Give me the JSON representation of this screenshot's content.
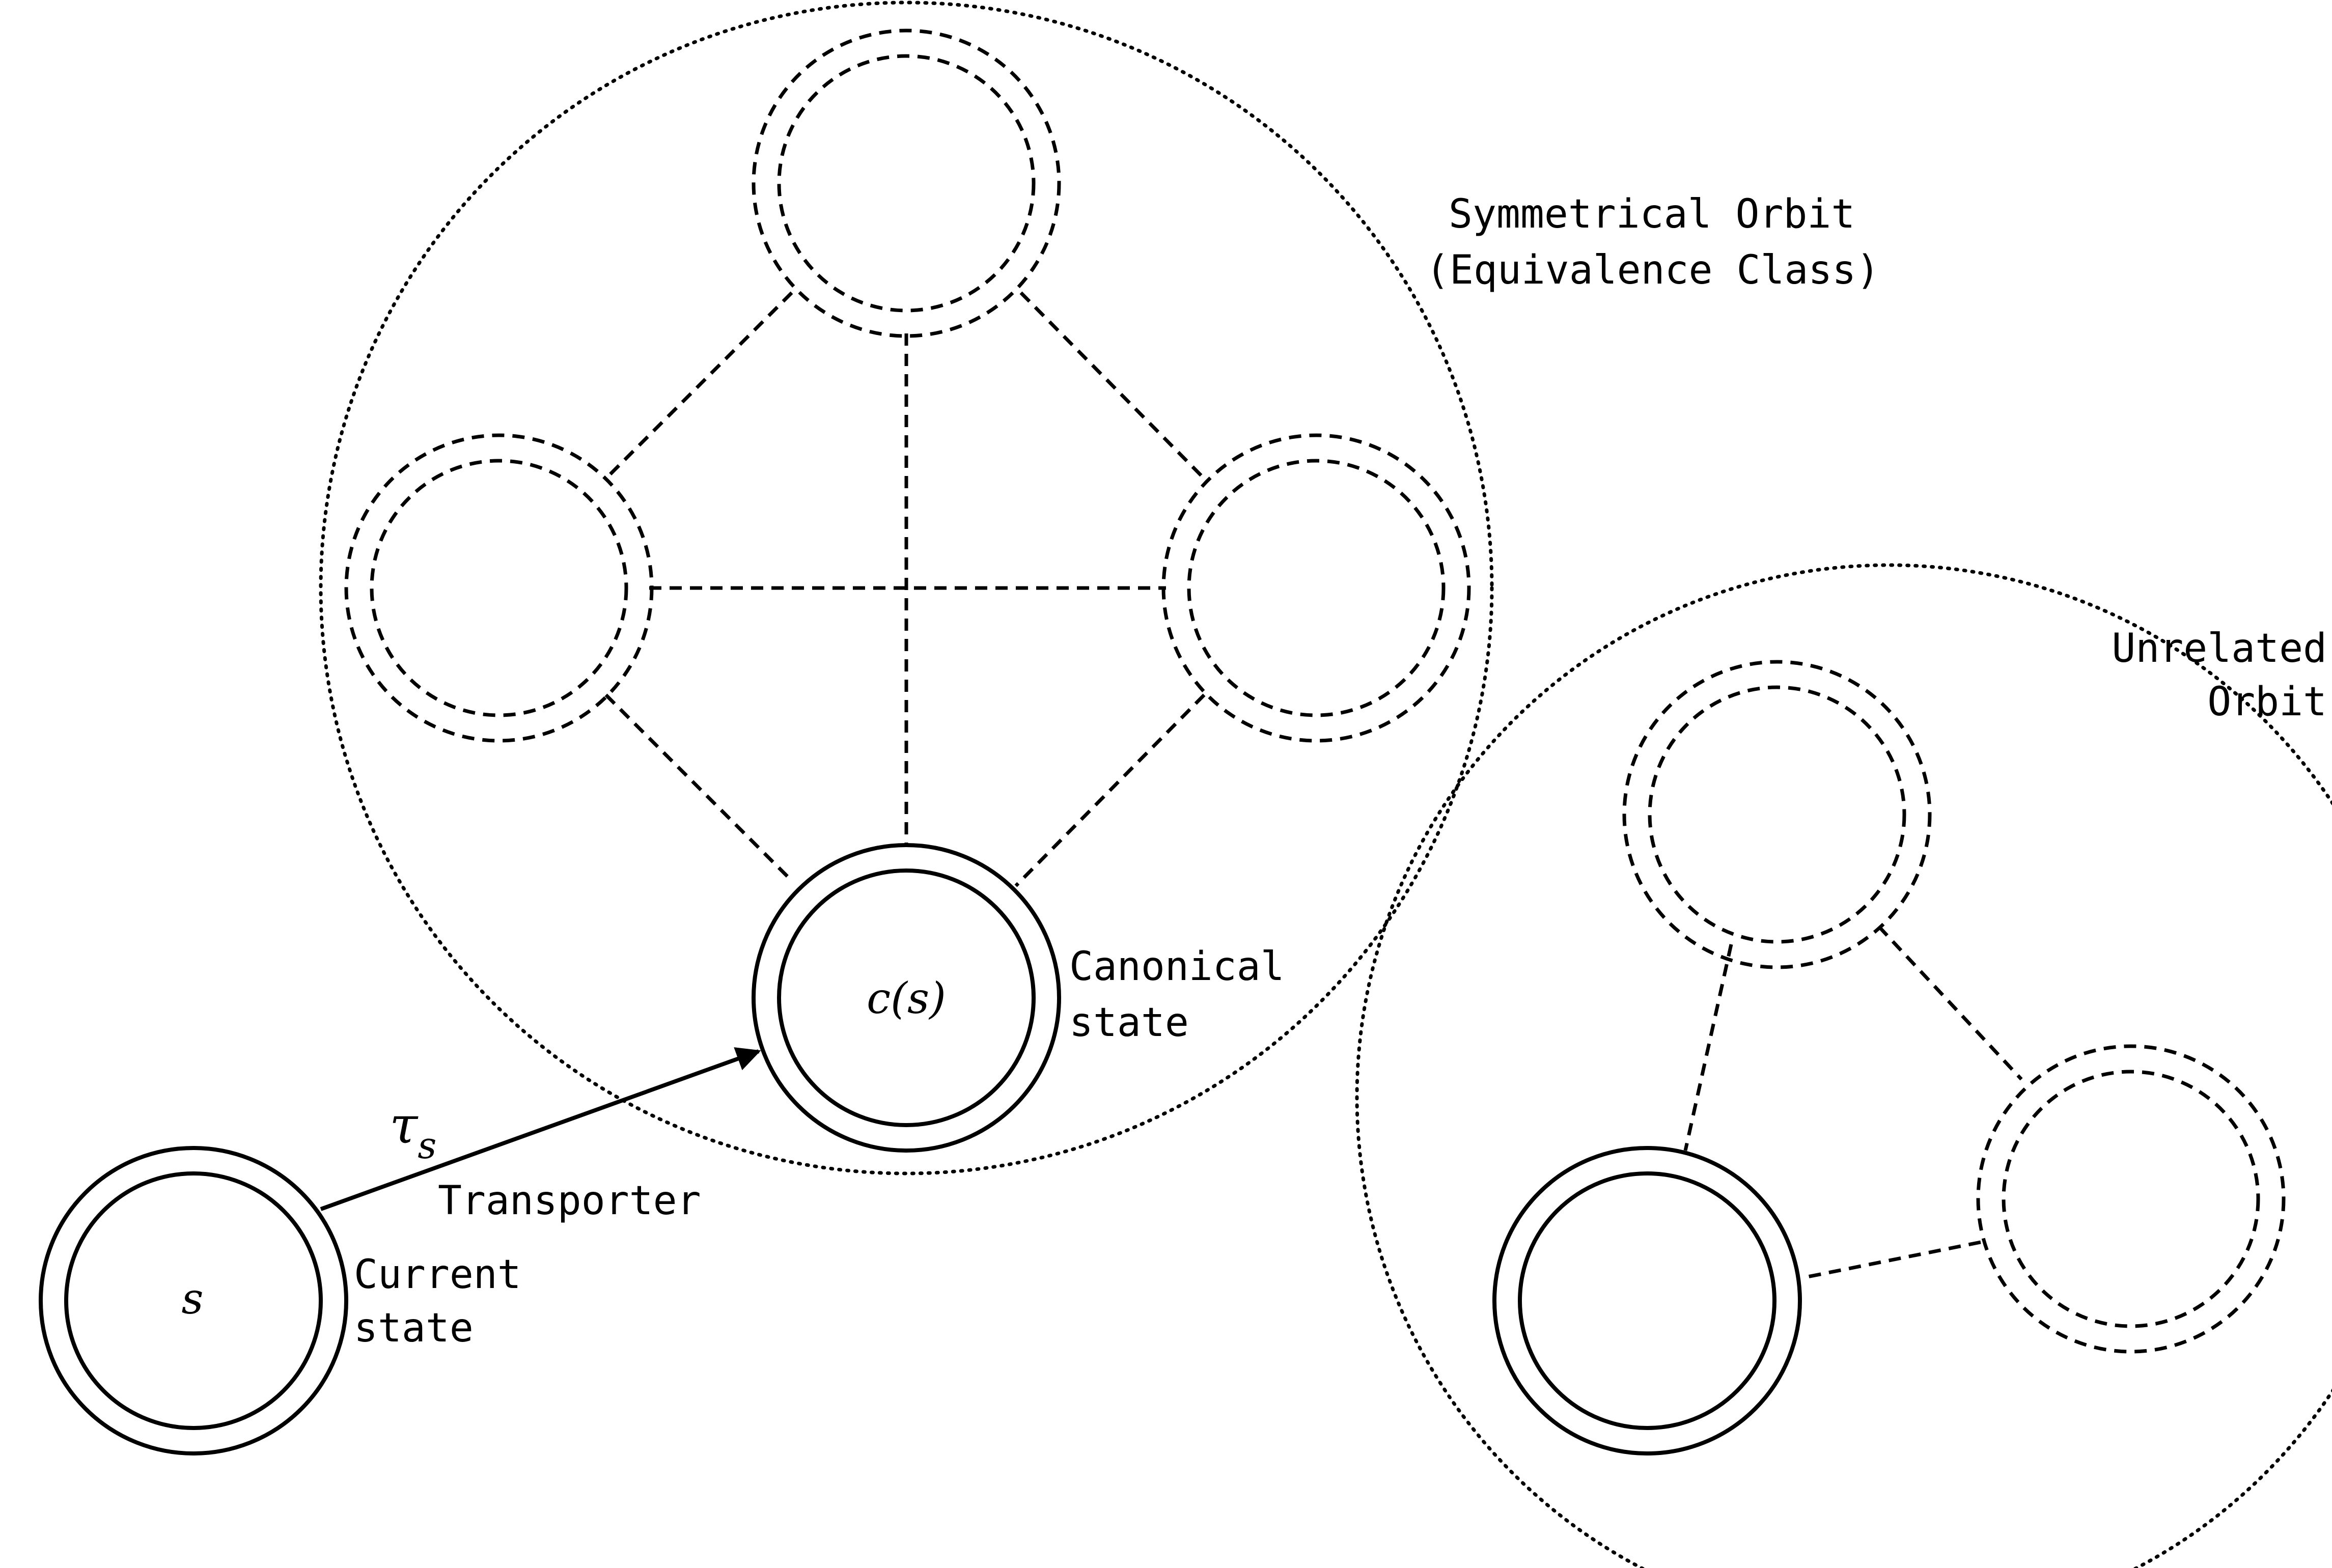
{
  "labels": {
    "symmetrical_orbit_line1": "Symmetrical Orbit",
    "symmetrical_orbit_line2": "(Equivalence Class)",
    "unrelated_orbit_line1": "Unrelated",
    "unrelated_orbit_line2": "Orbit",
    "canonical_line1": "Canonical",
    "canonical_line2": "state",
    "current_line1": "Current",
    "current_line2": "state",
    "transporter": "Transporter",
    "canonical_node": "c(s)",
    "current_node": "s",
    "tau_symbol": "τ",
    "tau_subscript": "s"
  }
}
